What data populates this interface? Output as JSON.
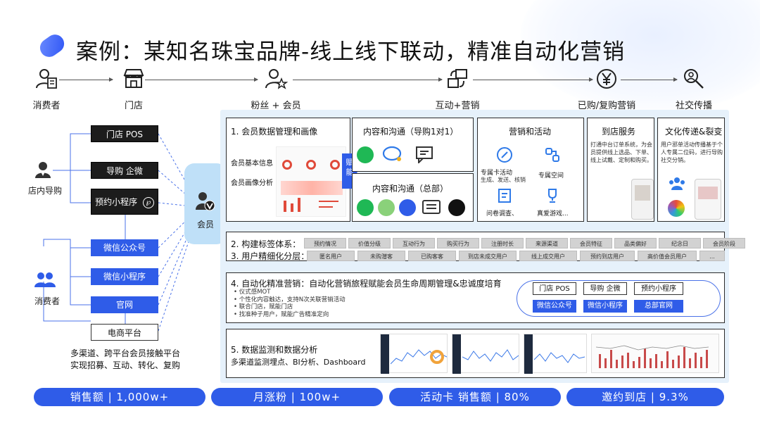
{
  "title": "案例：某知名珠宝品牌-线上线下联动，精准自动化营销",
  "flow": [
    {
      "label": "消费者",
      "icon": "consumer-icon"
    },
    {
      "label": "门店",
      "icon": "store-icon"
    },
    {
      "label": "粉丝 + 会员",
      "icon": "fan-member-icon"
    },
    {
      "label": "互动+营销",
      "icon": "interaction-icon"
    },
    {
      "label": "已购/复购营销",
      "icon": "yen-icon"
    },
    {
      "label": "社交传播",
      "icon": "social-share-icon"
    }
  ],
  "left": {
    "guide_label": "店内导购",
    "consumer_label": "消费者",
    "store_pos": "门店 POS",
    "guide_wecom": "导购 企微",
    "mini_program_booking": "预约小程序",
    "wechat_official": "微信公众号",
    "wechat_mini": "微信小程序",
    "website": "官网",
    "ecommerce": "电商平台",
    "member_label": "会员",
    "caption_line1": "多渠道、跨平台会员接触平台",
    "caption_line2": "实现招募、互动、转化、复购"
  },
  "section1": {
    "title": "1. 会员数据管理和画像",
    "item1": "会员基本信息",
    "item2": "会员画像分析",
    "empower": "赋能"
  },
  "content_guide": {
    "title": "内容和沟通（导购1对1）"
  },
  "content_hq": {
    "title": "内容和沟通（总部）"
  },
  "marketing": {
    "title": "营销和活动",
    "item1": "专属卡活动",
    "item1_sub": "生成、发送、核销",
    "item2": "专属空间",
    "item3": "问卷调查、",
    "item4": "真爱游戏..."
  },
  "instore": {
    "title": "到店服务",
    "desc": "打通中台订单系统，为会员提供线上选品、下单、线上试戴、定制和购买。"
  },
  "culture": {
    "title": "文化传递&裂变",
    "desc": "用户邪单活动传播基于个人专属二位码，进行导购社交分销。"
  },
  "tags": {
    "label": "2. 构建标签体系：",
    "items": [
      "预约情况",
      "价值分级",
      "互动行为",
      "购买行为",
      "注册时长",
      "来源渠道",
      "会员特征",
      "品类偏好",
      "纪念日",
      "会员阶段"
    ]
  },
  "segments": {
    "label": "3. 用户精细化分层：",
    "items": [
      "匿名用户",
      "未购潜客",
      "已购客客",
      "到店未成交用户",
      "线上成交用户",
      "预约到店用户",
      "高价值会员用户",
      "..."
    ]
  },
  "section4": {
    "title": "4. 自动化精准营销：自动化营销旅程赋能会员生命周期管理&忠诚度培育",
    "bullets": [
      "仪式感MOT",
      "个性化内容触达，支持N次关联营销活动",
      "联合门店，赋能门店",
      "找准种子用户，赋能广告精准定向"
    ],
    "btn_pos": "门店 POS",
    "btn_guide": "导购 企微",
    "btn_mini_booking": "预约小程序",
    "btn_wechat_official": "微信公众号",
    "btn_wechat_mini": "微信小程序",
    "btn_hq_site": "总部官网"
  },
  "section5": {
    "title": "5. 数据监测和数据分析",
    "sub": "多渠道监测埋点、BI分析、Dashboard"
  },
  "kpis": [
    {
      "label": "销售额",
      "value": "1,000w+"
    },
    {
      "label": "月涨粉",
      "value": "100w+"
    },
    {
      "label": "活动卡 销售额",
      "value": "80%"
    },
    {
      "label": "邀约到店",
      "value": "9.3%"
    }
  ],
  "colors": {
    "primary": "#2f5ce8",
    "panel": "#e6f1fb",
    "pill": "#bfe0f8",
    "dark": "#1c1c1c"
  }
}
